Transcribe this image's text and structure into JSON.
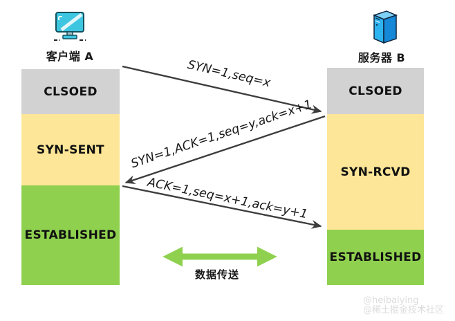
{
  "diagram": {
    "title_implicit": "TCP three-way handshake state diagram",
    "client": {
      "label": "客户端 A",
      "icon": "monitor-icon"
    },
    "server": {
      "label": "服务器 B",
      "icon": "server-icon"
    },
    "colors": {
      "closed": "#d2d2d2",
      "intermediate": "#fde697",
      "established": "#8fd14f",
      "arrow": "#3d3d3d",
      "data_arrow": "#8fd14f",
      "monitor_teal": "#3ec6e0",
      "server_blue": "#2db3ef"
    },
    "client_states": [
      {
        "label": "CLSOED"
      },
      {
        "label": "SYN-SENT"
      },
      {
        "label": "ESTABLISHED"
      }
    ],
    "server_states": [
      {
        "label": "CLSOED"
      },
      {
        "label": "SYN-RCVD"
      },
      {
        "label": "ESTABLISHED"
      }
    ],
    "messages": [
      {
        "label": "SYN=1,seq=x",
        "direction": "client-to-server"
      },
      {
        "label": "SYN=1,ACK=1,seq=y,ack=x+1",
        "direction": "server-to-client"
      },
      {
        "label": "ACK=1,seq=x+1,ack=y+1",
        "direction": "client-to-server"
      }
    ],
    "data_transfer": {
      "label": "数据传送"
    },
    "watermark": {
      "line1": "@heibaiying",
      "line2": "@稀土掘金技术社区"
    }
  }
}
